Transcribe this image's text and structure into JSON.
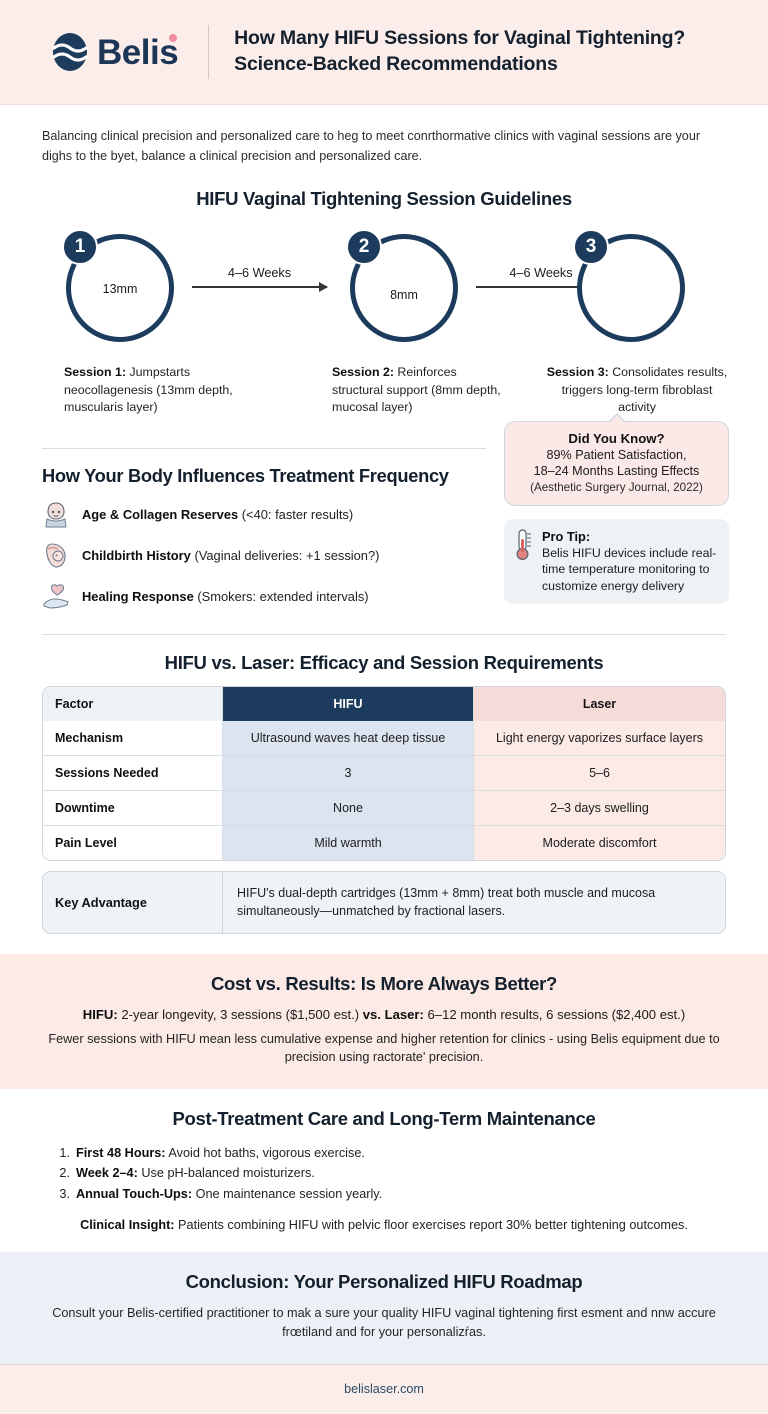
{
  "header": {
    "brand": "Belis",
    "title_line1": "How Many HIFU Sessions for Vaginal Tightening?",
    "title_line2": "Science-Backed Recommendations"
  },
  "intro": {
    "text": "Balancing clinical precision and personalized care to heg to meet conrthormative clinics with vaginal sessions are your dighs to the byet, balance a clinical precision and personalized care."
  },
  "sessions_section": {
    "heading": "HIFU Vaginal Tightening Session Guidelines",
    "nodes": [
      {
        "badge": "1",
        "depth": "13mm"
      },
      {
        "badge": "2",
        "depth": "8mm"
      },
      {
        "badge": "3",
        "depth": ""
      }
    ],
    "arrows": [
      "4–6 Weeks",
      "4–6 Weeks"
    ],
    "captions": [
      {
        "label": "Session 1:",
        "text": " Jumpstarts neocollagenesis (13mm depth, muscularis layer)"
      },
      {
        "label": "Session 2:",
        "text": " Reinforces structural support (8mm depth, mucosal layer)"
      },
      {
        "label": "Session 3:",
        "text": " Consolidates results, triggers long-term fibroblast activity"
      }
    ]
  },
  "did_you_know": {
    "title": "Did You Know?",
    "line1": "89% Patient Satisfaction,",
    "line2": "18–24 Months Lasting Effects",
    "source": "(Aesthetic Surgery Journal, 2022)"
  },
  "pro_tip": {
    "title": "Pro Tip:",
    "text": "Belis HIFU devices include real-time temperature monitoring to customize energy delivery",
    "icon": "thermometer-icon"
  },
  "factors_section": {
    "heading": "How Your Body Influences Treatment Frequency",
    "items": [
      {
        "icon": "woman-face-icon",
        "label": "Age & Collagen Reserves",
        "detail": " (<40: faster results)"
      },
      {
        "icon": "mother-baby-icon",
        "label": "Childbirth History",
        "detail": " (Vaginal deliveries: +1 session?)"
      },
      {
        "icon": "hand-heart-icon",
        "label": "Healing Response",
        "detail": " (Smokers: extended intervals)"
      }
    ]
  },
  "comparison": {
    "heading": "HIFU vs. Laser: Efficacy and Session Requirements",
    "columns": [
      "Factor",
      "HIFU",
      "Laser"
    ],
    "rows": [
      {
        "factor": "Mechanism",
        "hifu": "Ultrasound waves heat deep tissue",
        "laser": "Light energy vaporizes surface layers"
      },
      {
        "factor": "Sessions Needed",
        "hifu": "3",
        "laser": "5–6"
      },
      {
        "factor": "Downtime",
        "hifu": "None",
        "laser": "2–3 days swelling"
      },
      {
        "factor": "Pain Level",
        "hifu": "Mild warmth",
        "laser": "Moderate discomfort"
      }
    ],
    "key_advantage": {
      "label": "Key Advantage",
      "text": "HIFU's dual-depth cartridges (13mm + 8mm) treat both muscle and mucosa simultaneously—unmatched by fractional lasers."
    }
  },
  "cost": {
    "heading": "Cost vs. Results: Is More Always Better?",
    "hifu_label": "HIFU:",
    "hifu_text": " 2-year longevity, 3 sessions ($1,500 est.) ",
    "vs_label": "vs. Laser:",
    "laser_text": " 6–12 month results, 6 sessions ($2,400 est.)",
    "note": "Fewer sessions with HIFU mean less cumulative expense and higher retention for clinics - using Belis equipment due to precision using ractorate' precision."
  },
  "post_care": {
    "heading": "Post-Treatment Care and Long-Term Maintenance",
    "steps": [
      {
        "num": "1.",
        "label": "First 48 Hours:",
        "text": " Avoid hot baths, vigorous exercise."
      },
      {
        "num": "2.",
        "label": "Week 2–4:",
        "text": " Use pH-balanced moisturizers."
      },
      {
        "num": "3.",
        "label": "Annual Touch-Ups:",
        "text": " One maintenance session yearly."
      }
    ],
    "insight_label": "Clinical Insight:",
    "insight_text": " Patients combining HIFU with pelvic floor exercises report 30% better tightening outcomes."
  },
  "conclusion": {
    "heading": "Conclusion: Your Personalized HIFU Roadmap",
    "text": "Consult your Belis-certified practitioner to mak a sure your quality HIFU vaginal tightening first esment and nnw accure frœtiland and for your personalizŕas."
  },
  "footer": {
    "url": "belislaser.com"
  },
  "colors": {
    "navy": "#1d3b5c",
    "pink_band": "#fbeae6",
    "blue_band": "#edf1f7",
    "header_bg": "#fbeeea",
    "accent_dot": "#ef8fa0"
  }
}
